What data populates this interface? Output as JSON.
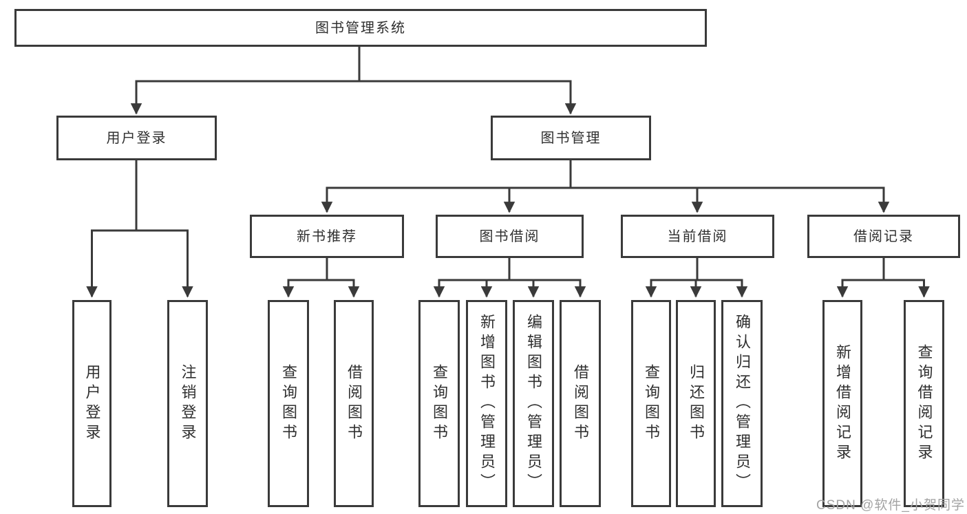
{
  "colors": {
    "line": "#3a3a3a",
    "box_border": "#3a3a3a",
    "text": "#2f2f2f",
    "watermark": "#a3a3a3"
  },
  "nodes": {
    "root": {
      "label": "图书管理系统"
    },
    "user_login": {
      "label": "用户登录"
    },
    "book_management": {
      "label": "图书管理"
    },
    "new_book_recommend": {
      "label": "新书推荐"
    },
    "book_borrowing": {
      "label": "图书借阅"
    },
    "current_borrowing": {
      "label": "当前借阅"
    },
    "borrowing_records": {
      "label": "借阅记录"
    },
    "leaves": {
      "user_login_leaf": {
        "label": "用户登录"
      },
      "logout": {
        "label": "注销登录"
      },
      "query_books_recommend": {
        "label": "查询图书"
      },
      "borrow_books_recommend": {
        "label": "借阅图书"
      },
      "query_books_borrowing": {
        "label": "查询图书"
      },
      "add_books_admin": {
        "label": "新增图书（管理员）"
      },
      "edit_books_admin": {
        "label": "编辑图书（管理员）"
      },
      "borrow_books_borrowing": {
        "label": "借阅图书"
      },
      "query_books_current": {
        "label": "查询图书"
      },
      "return_books": {
        "label": "归还图书"
      },
      "confirm_return_admin": {
        "label": "确认归还（管理员）"
      },
      "add_borrow_record": {
        "label": "新增借阅记录"
      },
      "query_borrow_record": {
        "label": "查询借阅记录"
      }
    }
  },
  "watermark": {
    "text": "CSDN @软件_小贺同学"
  }
}
